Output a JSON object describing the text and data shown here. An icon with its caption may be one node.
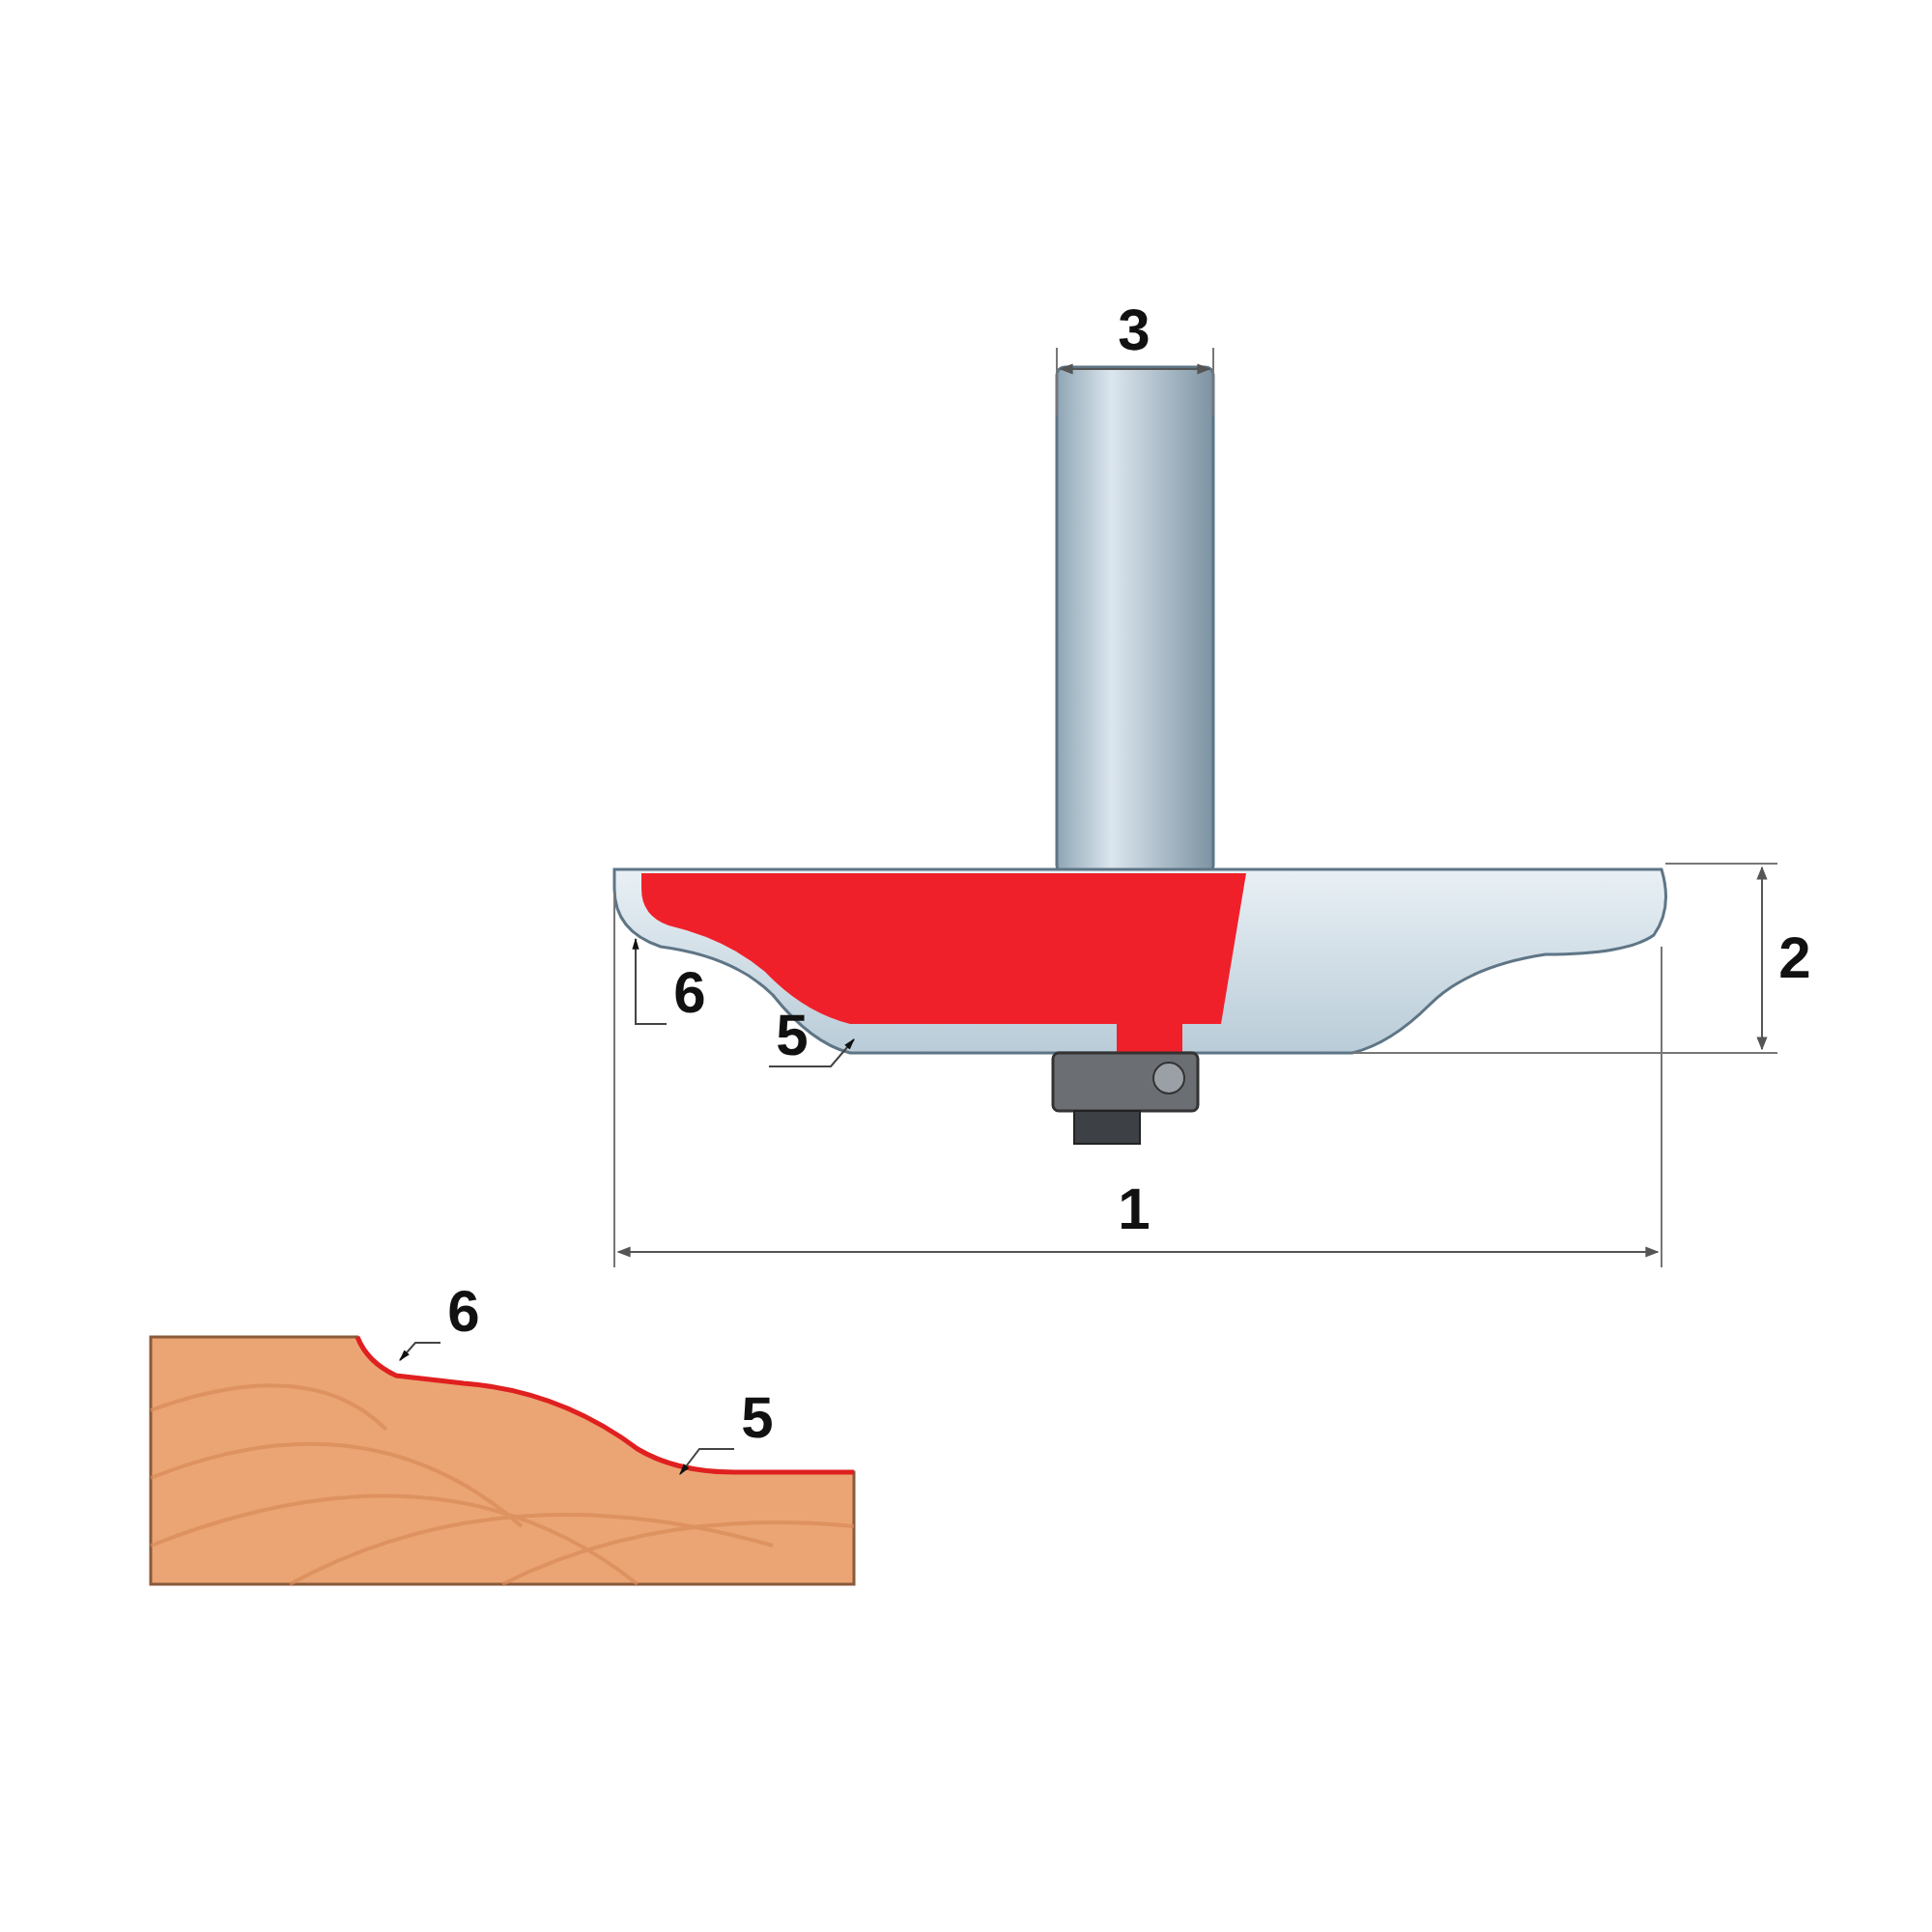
{
  "diagram": {
    "nodes": [
      {
        "text": [
          "6"
        ]
      },
      {
        "text": [
          "5"
        ]
      },
      {
        "text": [
          "6"
        ]
      },
      {
        "text": [
          "5"
        ]
      }
    ],
    "edges": [
      {
        "from": 0,
        "to": null,
        "arrow": "to"
      },
      {
        "from": 1,
        "to": null,
        "arrow": "to"
      },
      {
        "from": 2,
        "to": null,
        "arrow": "to"
      },
      {
        "from": 3,
        "to": null,
        "arrow": "to"
      }
    ],
    "labels": [
      "3",
      "2",
      "1"
    ]
  }
}
